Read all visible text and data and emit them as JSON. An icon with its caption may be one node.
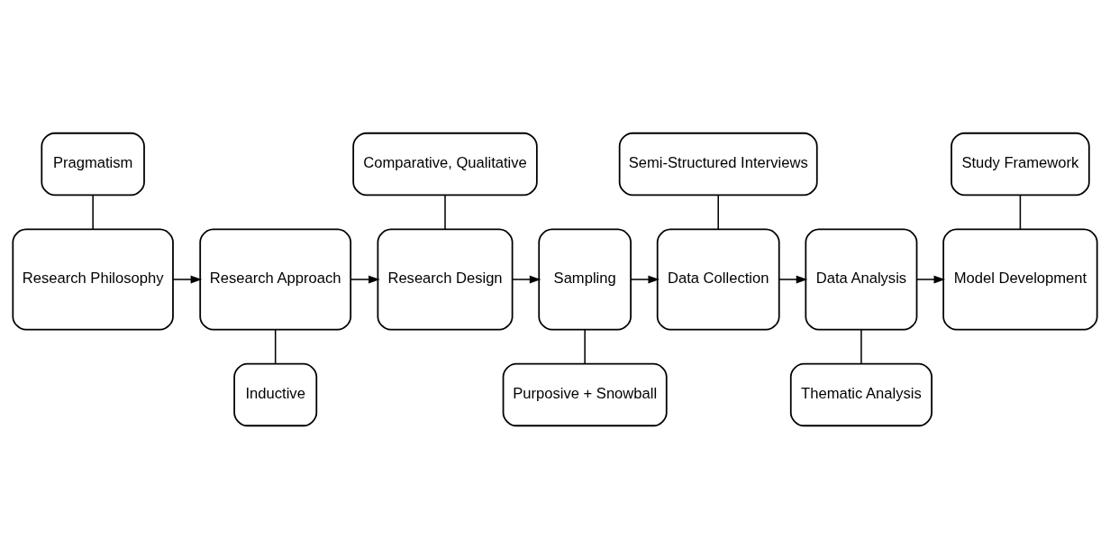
{
  "diagram": {
    "nodes": [
      {
        "text": [
          "Pragmatism"
        ]
      },
      {
        "text": [
          "Comparative, Qualitative"
        ]
      },
      {
        "text": [
          "Semi-Structured Interviews"
        ]
      },
      {
        "text": [
          "Study Framework"
        ]
      },
      {
        "text": [
          "Research Philosophy"
        ]
      },
      {
        "text": [
          "Research Approach"
        ]
      },
      {
        "text": [
          "Research Design"
        ]
      },
      {
        "text": [
          "Sampling"
        ]
      },
      {
        "text": [
          "Data Collection"
        ]
      },
      {
        "text": [
          "Data Analysis"
        ]
      },
      {
        "text": [
          "Model Development"
        ]
      },
      {
        "text": [
          "Inductive"
        ]
      },
      {
        "text": [
          "Purposive + Snowball"
        ]
      },
      {
        "text": [
          "Thematic Analysis"
        ]
      }
    ],
    "edges": [
      {
        "from": 4,
        "to": 5,
        "arrow": "to"
      },
      {
        "from": 5,
        "to": 6,
        "arrow": "to"
      },
      {
        "from": 6,
        "to": 7,
        "arrow": "to"
      },
      {
        "from": 7,
        "to": 8,
        "arrow": "to"
      },
      {
        "from": 8,
        "to": 9,
        "arrow": "to"
      },
      {
        "from": 9,
        "to": 10,
        "arrow": "to"
      },
      {
        "from": 0,
        "to": 4,
        "arrow": "none"
      },
      {
        "from": 1,
        "to": 6,
        "arrow": "none"
      },
      {
        "from": 2,
        "to": 8,
        "arrow": "none"
      },
      {
        "from": 3,
        "to": 10,
        "arrow": "none"
      },
      {
        "from": 5,
        "to": 11,
        "arrow": "none"
      },
      {
        "from": 7,
        "to": 12,
        "arrow": "none"
      },
      {
        "from": 9,
        "to": 13,
        "arrow": "none"
      }
    ]
  }
}
